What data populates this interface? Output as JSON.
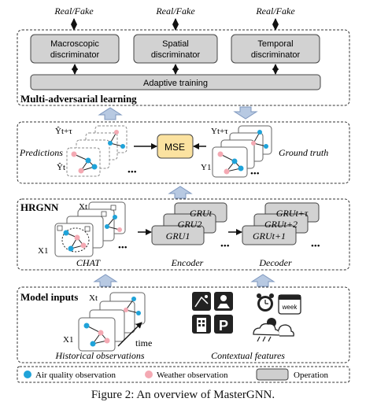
{
  "outputs": [
    "Real/Fake",
    "Real/Fake",
    "Real/Fake"
  ],
  "discriminators": [
    [
      "Macroscopic",
      "discriminator"
    ],
    [
      "Spatial",
      "discriminator"
    ],
    [
      "Temporal",
      "discriminator"
    ]
  ],
  "adaptive_training": "Adaptive training",
  "section_mal": "Multi-adversarial learning",
  "predictions_label": "Predictions",
  "pred_top": "Ŷt+τ",
  "pred_bottom": "Ŷt",
  "mse": "MSE",
  "gt_top": "Yt+τ",
  "gt_bottom": "Y1",
  "ground_truth_label": "Ground truth",
  "section_hrgnn": "HRGNN",
  "chat_xt": "Xt",
  "chat_x1": "X1",
  "chat_label": "CHAT",
  "enc_gru": [
    "GRUt",
    "GRU2",
    "GRU1"
  ],
  "encoder_label": "Encoder",
  "dec_gru": [
    "GRUt+τ",
    "GRUt+2",
    "GRUt+1"
  ],
  "decoder_label": "Decoder",
  "section_inputs": "Model inputs",
  "inp_xt": "Xt",
  "inp_x1": "X1",
  "time_label": "time",
  "hist_label": "Historical observations",
  "ctx_label": "Contextual features",
  "calendar_text": "week",
  "legend": {
    "air": "Air quality observation",
    "weather": "Weather observation",
    "operation": "Operation"
  },
  "caption": "Figure 2: An overview of MasterGNN.",
  "colors": {
    "air": "#1fa3d9",
    "weather": "#f4a9b3",
    "operation": "#cfcfcf",
    "mse": "#fbe2a0",
    "arrow": "#b7c9e2"
  }
}
